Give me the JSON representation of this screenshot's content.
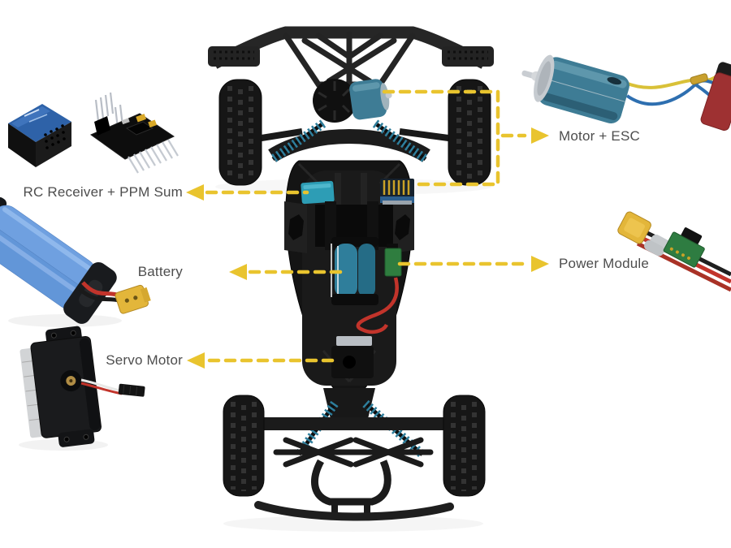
{
  "diagram": {
    "labels": {
      "motor_esc": "Motor + ESC",
      "rc_receiver": "RC Receiver + PPM Sum",
      "battery": "Battery",
      "power_module": "Power Module",
      "servo_motor": "Servo Motor"
    },
    "components": [
      {
        "id": "rc-car-top-view",
        "label_ref": null
      },
      {
        "id": "motor-esc",
        "label_ref": "motor_esc"
      },
      {
        "id": "rc-receiver-ppm-sum",
        "label_ref": "rc_receiver"
      },
      {
        "id": "battery-pack",
        "label_ref": "battery"
      },
      {
        "id": "power-module",
        "label_ref": "power_module"
      },
      {
        "id": "servo-motor",
        "label_ref": "servo_motor"
      }
    ],
    "colors": {
      "background": "#FFFFFF",
      "callout_yellow": "#E9C42E",
      "label_text": "#4D4D4D",
      "chassis_black": "#171717",
      "motor_teal": "#3E7C95",
      "battery_cell_blue": "#6FA0E0",
      "internal_cell_teal": "#2F7E9B",
      "pcb_green": "#2E7C41",
      "wire_red": "#C2342B",
      "wire_yellow": "#D9C138",
      "wire_blue": "#2E6FB0",
      "xt60_yellow": "#E3B63A"
    }
  }
}
